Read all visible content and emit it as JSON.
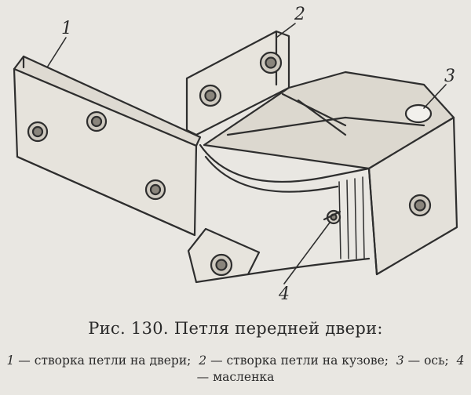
{
  "figure": {
    "callouts": {
      "one": "1",
      "two": "2",
      "three": "3",
      "four": "4"
    }
  },
  "caption": {
    "title": "Рис. 130. Петля передней двери:"
  },
  "legend": {
    "items": [
      {
        "num": "1",
        "sep": " — ",
        "text": "створка петли на двери;"
      },
      {
        "num": "2",
        "sep": " — ",
        "text": "створка петли на кузове;"
      },
      {
        "num": "3",
        "sep": " — ",
        "text": "ось;"
      },
      {
        "num": "4",
        "sep": " — ",
        "text": "масленка"
      }
    ]
  }
}
